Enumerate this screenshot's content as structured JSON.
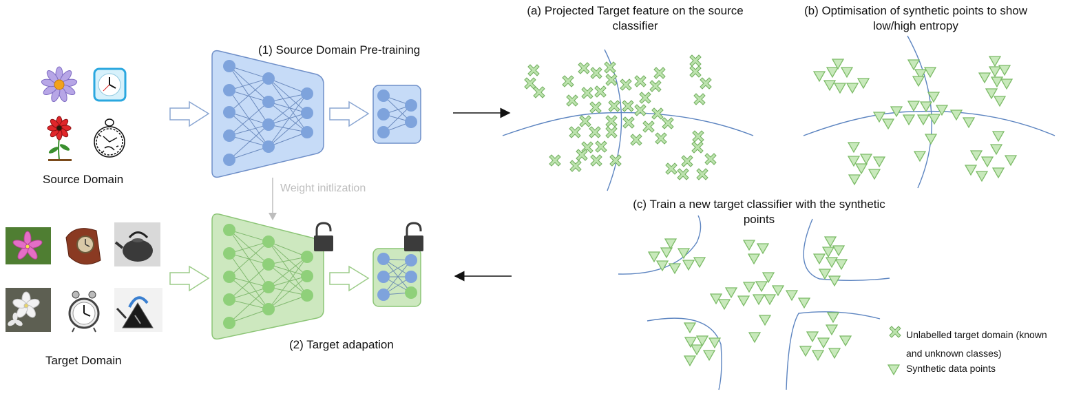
{
  "left": {
    "source_label": "Source Domain",
    "target_label": "Target Domain",
    "pretrain_label": "(1) Source Domain Pre-training",
    "weight_label": "Weight initlization",
    "adapt_label": "(2) Target adapation"
  },
  "panels": {
    "a_title": "(a) Projected Target feature on the source classifier",
    "b_title": "(b) Optimisation of synthetic points to show low/high entropy",
    "c_title": "(c) Train a new target classifier with the synthetic points"
  },
  "legend": {
    "unlabelled": "Unlabelled target domain (known and unknown classes)",
    "synthetic": "Synthetic data points"
  },
  "colors": {
    "source_net": "#c6dbf7",
    "source_border": "#6f8fc8",
    "target_net": "#cde8bf",
    "target_border": "#8cc576",
    "node_blue": "#7ea3dc",
    "node_green": "#8fd07a",
    "boundary": "#5c84c0",
    "marker": "#96d087"
  }
}
